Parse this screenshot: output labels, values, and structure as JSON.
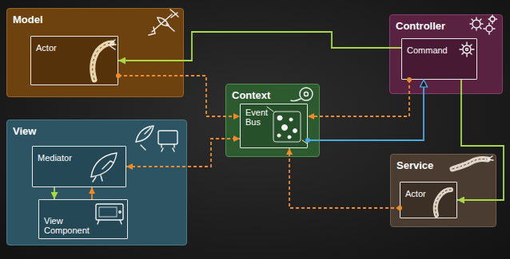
{
  "diagram": {
    "nodes": [
      {
        "text": [
          "Model"
        ]
      },
      {
        "text": [
          "Actor"
        ],
        "in": 0
      },
      {
        "text": [
          "View"
        ]
      },
      {
        "text": [
          "Mediator"
        ],
        "in": 2
      },
      {
        "text": [
          "View Component"
        ],
        "in": 2
      },
      {
        "text": [
          "Context"
        ]
      },
      {
        "text": [
          "Event Bus"
        ],
        "in": 5
      },
      {
        "text": [
          "Controller"
        ]
      },
      {
        "text": [
          "Command"
        ],
        "in": 7
      },
      {
        "text": [
          "Service"
        ]
      },
      {
        "text": [
          "Actor"
        ],
        "in": 9
      }
    ],
    "edges": [
      {
        "from": 8,
        "to": 1,
        "arrow": "to"
      },
      {
        "from": 1,
        "to": 6,
        "arrow": "to"
      },
      {
        "from": 3,
        "to": 6,
        "arrow": "both"
      },
      {
        "from": 3,
        "to": 4,
        "arrow": "to"
      },
      {
        "from": 4,
        "to": 3,
        "arrow": "to"
      },
      {
        "from": 8,
        "to": 6,
        "arrow": "to"
      },
      {
        "from": 6,
        "to": 8,
        "arrow": "to"
      },
      {
        "from": 8,
        "to": 10,
        "arrow": "to"
      },
      {
        "from": 10,
        "to": 6,
        "arrow": "to"
      }
    ]
  }
}
